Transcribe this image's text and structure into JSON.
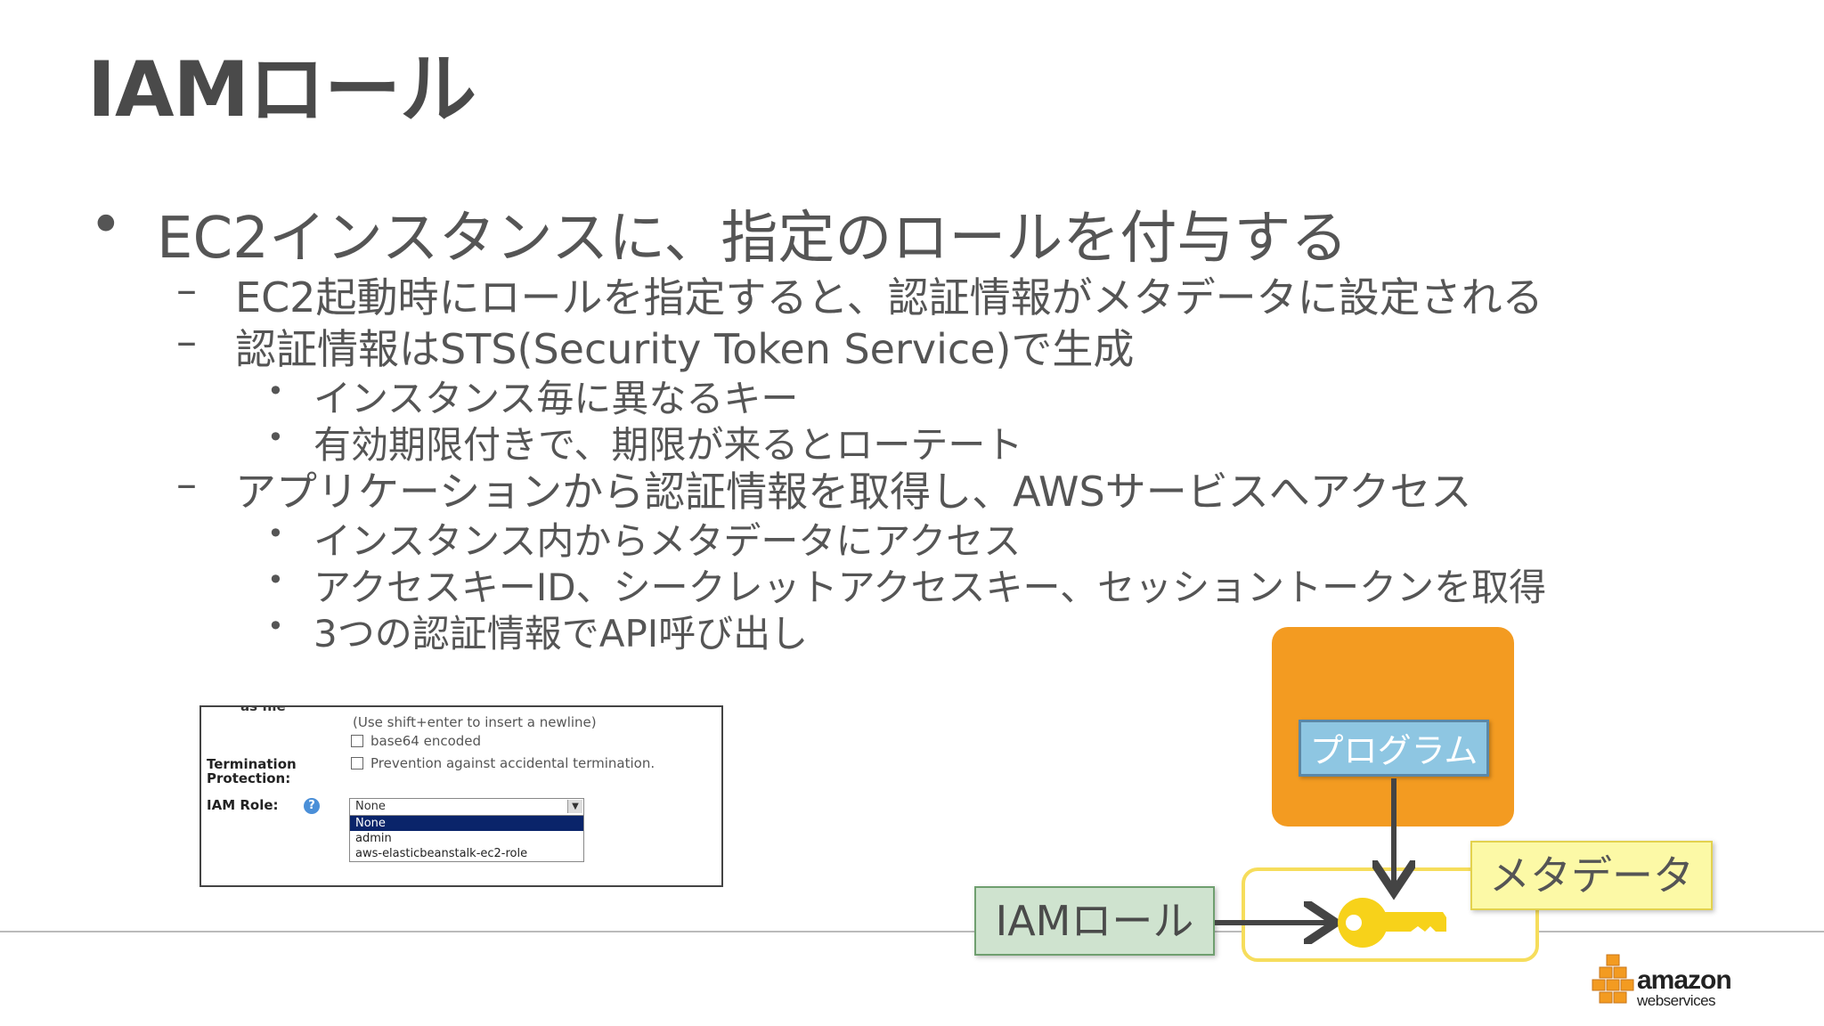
{
  "slide": {
    "title": "IAMロール",
    "bullets": [
      {
        "level": 1,
        "marker": "•",
        "text": "EC2インスタンスに、指定のロールを付与する"
      },
      {
        "level": 2,
        "marker": "–",
        "text": "EC2起動時にロールを指定すると、認証情報がメタデータに設定される"
      },
      {
        "level": 2,
        "marker": "–",
        "text": "認証情報はSTS(Security Token Service)で生成"
      },
      {
        "level": 3,
        "marker": "•",
        "text": "インスタンス毎に異なるキー"
      },
      {
        "level": 3,
        "marker": "•",
        "text": "有効期限付きで、期限が来るとローテート"
      },
      {
        "level": 2,
        "marker": "–",
        "text": "アプリケーションから認証情報を取得し、AWSサービスへアクセス"
      },
      {
        "level": 3,
        "marker": "•",
        "text": "インスタンス内からメタデータにアクセス"
      },
      {
        "level": 3,
        "marker": "•",
        "text": "アクセスキーID、シークレットアクセスキー、セッショントークンを取得"
      },
      {
        "level": 3,
        "marker": "•",
        "text": "3つの認証情報でAPI呼び出し"
      }
    ]
  },
  "screenshot": {
    "cut_label": "as file",
    "hint": "(Use shift+enter to insert a newline)",
    "base64_label": "base64 encoded",
    "termination_label_line1": "Termination",
    "termination_label_line2": "Protection:",
    "termination_option": "Prevention against accidental termination.",
    "iam_role_label": "IAM Role:",
    "help_glyph": "?",
    "selected_value": "None",
    "options": [
      "None",
      "admin",
      "aws-elasticbeanstalk-ec2-role"
    ]
  },
  "diagram": {
    "program_label": "プログラム",
    "metadata_label": "メタデータ",
    "iam_role_label": "IAMロール",
    "colors": {
      "instance": "#f39b21",
      "program": "#8ec6e2",
      "metadata": "#fcf9a6",
      "iam": "#cfe3cf",
      "key": "#f7d21a"
    }
  },
  "logo": {
    "word1": "amazon",
    "word2": "webservices"
  }
}
